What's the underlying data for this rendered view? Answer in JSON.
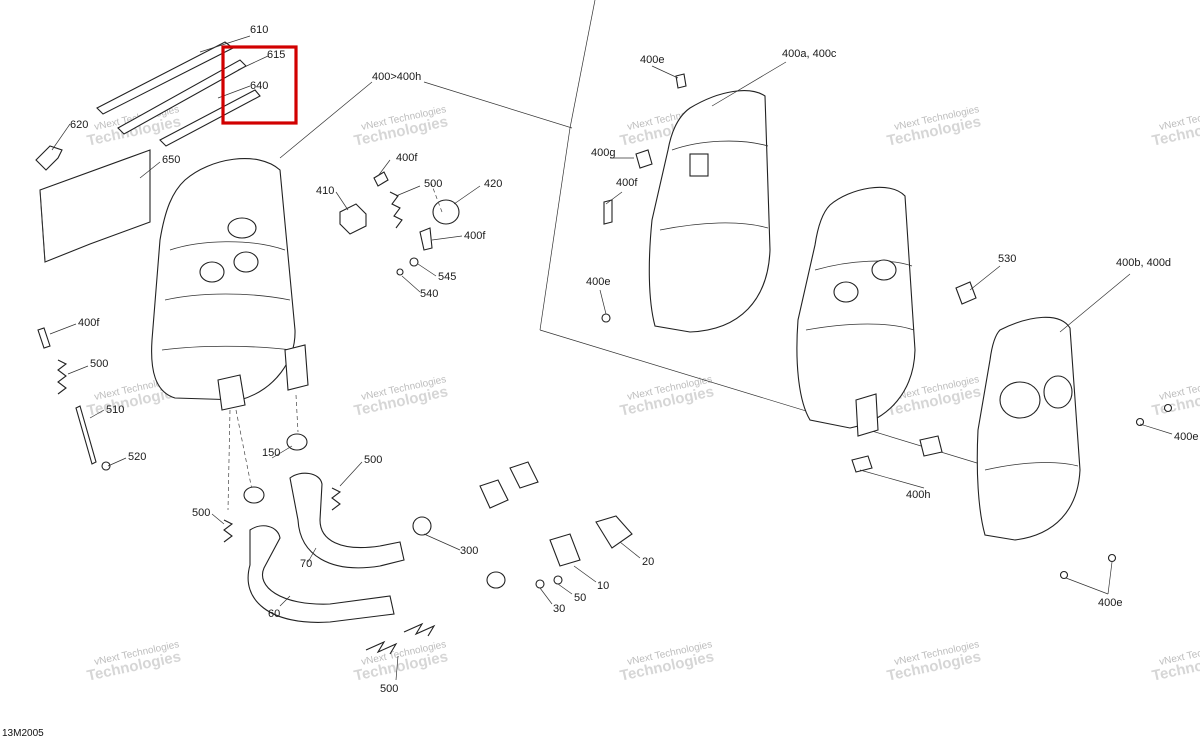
{
  "diagram": {
    "code": "13M2005",
    "highlight_color": "#d10000",
    "labels": {
      "p610": "610",
      "p615": "615",
      "p640": "640",
      "p620": "620",
      "p650": "650",
      "p400h_range": "400>400h",
      "p400f_top": "400f",
      "p500_top": "500",
      "p410": "410",
      "p420": "420",
      "p400f_mid": "400f",
      "p545": "545",
      "p540": "540",
      "p400f_left": "400f",
      "p500_left": "500",
      "p510": "510",
      "p520": "520",
      "p150": "150",
      "p500_mid": "500",
      "p500_lowleft": "500",
      "p70": "70",
      "p60": "60",
      "p300": "300",
      "p20": "20",
      "p10": "10",
      "p50": "50",
      "p30": "30",
      "p500_bottom": "500",
      "p400e_top": "400e",
      "p400a_c": "400a, 400c",
      "p400g": "400g",
      "p400f_right": "400f",
      "p400e_mid": "400e",
      "p530": "530",
      "p400b_d": "400b, 400d",
      "p400e_right": "400e",
      "p400h": "400h",
      "p400e_bottom": "400e"
    },
    "watermark": {
      "line1": "vNext Technologies",
      "line2": "Technologies"
    }
  }
}
